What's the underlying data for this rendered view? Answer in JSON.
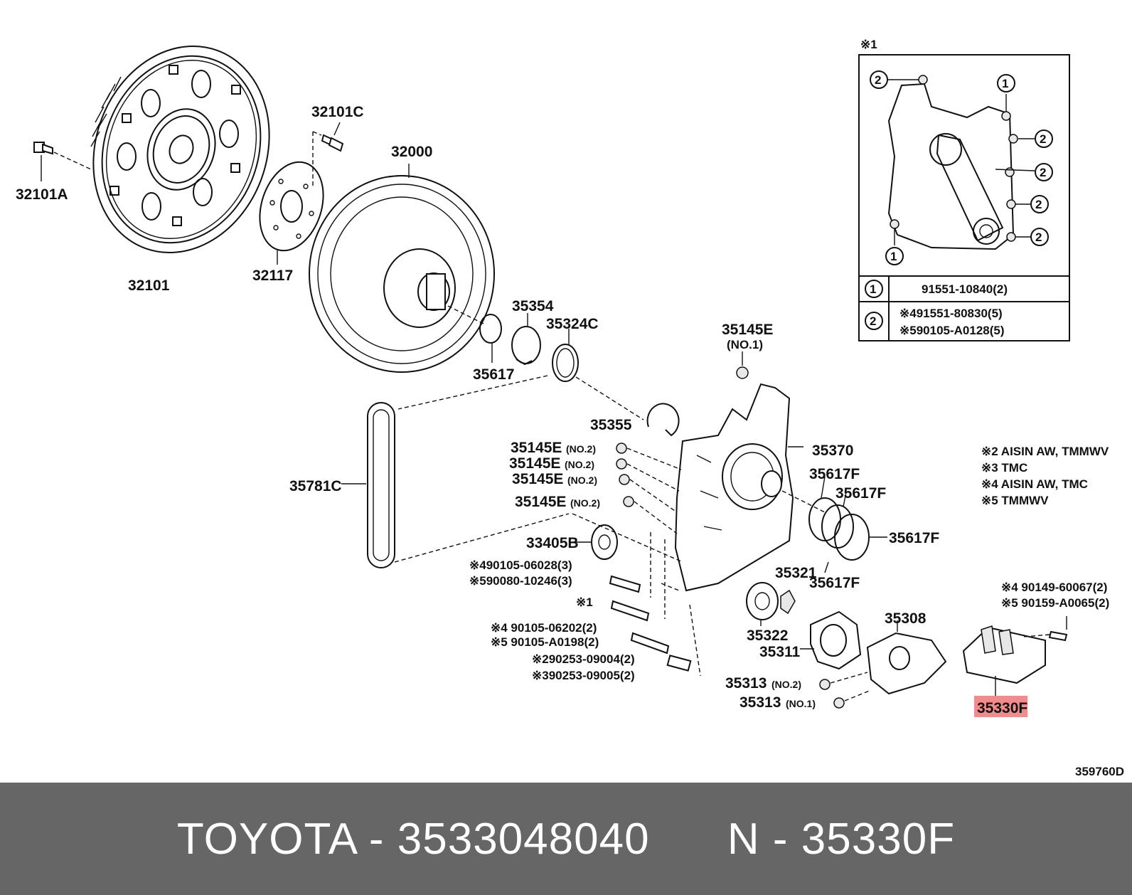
{
  "diagram": {
    "labels": {
      "p32101A": "32101A",
      "p32101": "32101",
      "p32101C": "32101C",
      "p32117": "32117",
      "p32000": "32000",
      "p35354": "35354",
      "p35324C": "35324C",
      "p35617": "35617",
      "p35355": "35355",
      "p35145E_no1": "35145E",
      "no1": "(NO.1)",
      "p35145E_a": "35145E",
      "p35145E_b": "35145E",
      "p35145E_c": "35145E",
      "p35145E_d": "35145E",
      "no2_a": "(NO.2)",
      "no2_b": "(NO.2)",
      "no2_c": "(NO.2)",
      "no2_d": "(NO.2)",
      "p35370": "35370",
      "p35617F_a": "35617F",
      "p35617F_b": "35617F",
      "p35617F_c": "35617F",
      "p35617F_d": "35617F",
      "p35781C": "35781C",
      "p33405B": "33405B",
      "bolt1": "※490105-06028(3)",
      "bolt2": "※590080-10246(3)",
      "bolt3": "※1",
      "bolt4": "※4 90105-06202(2)",
      "bolt5": "※5 90105-A0198(2)",
      "pin1": "※290253-09004(2)",
      "pin2": "※390253-09005(2)",
      "p35321": "35321",
      "p35322": "35322",
      "p35311": "35311",
      "p35308": "35308",
      "p35313_no2": "35313",
      "no2_e": "(NO.2)",
      "p35313_no1": "35313",
      "no1_b": "(NO.1)",
      "p35330F": "35330F",
      "filter_bolt1": "※4 90149-60067(2)",
      "filter_bolt2": "※5 90159-A0065(2)",
      "diagram_code": "359760D"
    },
    "notes": [
      "※2 AISIN AW, TMMWV",
      "※3 TMC",
      "※4 AISIN AW, TMC",
      "※5 TMMWV"
    ],
    "inset": {
      "title": "※1",
      "markers": [
        "1",
        "2"
      ],
      "rows": [
        {
          "marker": "1",
          "lines": [
            "91551-10840(2)"
          ]
        },
        {
          "marker": "2",
          "lines": [
            "※491551-80830(5)",
            "※590105-A0128(5)"
          ]
        }
      ]
    },
    "highlight_color": "#f28b8b"
  },
  "footer": {
    "text": "TOYOTA - 3533048040      N - 35330F"
  }
}
